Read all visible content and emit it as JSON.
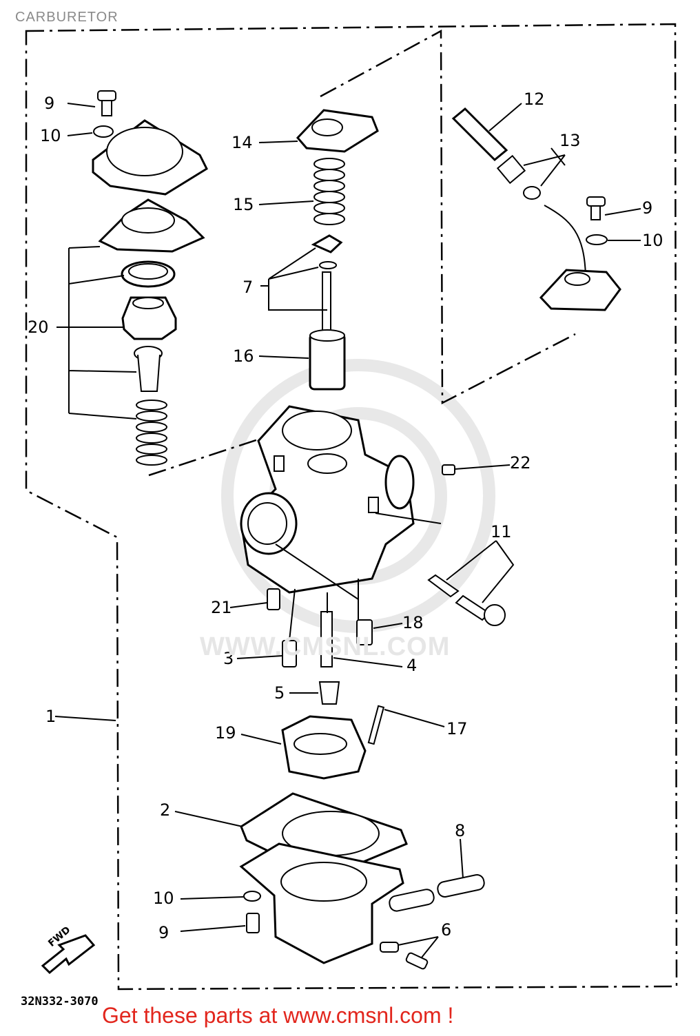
{
  "header": {
    "title": "CARBURETOR"
  },
  "watermark": {
    "text": "WWW.CMSNL.COM"
  },
  "footer": {
    "code": "32N332-3070",
    "promo": "Get these parts at www.cmsnl.com !"
  },
  "arrow_label": "FWD",
  "callouts": [
    {
      "id": "9",
      "text": "9"
    },
    {
      "id": "10",
      "text": "10"
    },
    {
      "id": "14",
      "text": "14"
    },
    {
      "id": "12",
      "text": "12"
    },
    {
      "id": "13",
      "text": "13"
    },
    {
      "id": "15",
      "text": "15"
    },
    {
      "id": "9b",
      "text": "9"
    },
    {
      "id": "10b",
      "text": "10"
    },
    {
      "id": "7",
      "text": "7"
    },
    {
      "id": "20",
      "text": "20"
    },
    {
      "id": "16",
      "text": "16"
    },
    {
      "id": "22",
      "text": "22"
    },
    {
      "id": "11",
      "text": "11"
    },
    {
      "id": "21",
      "text": "21"
    },
    {
      "id": "18",
      "text": "18"
    },
    {
      "id": "3",
      "text": "3"
    },
    {
      "id": "4",
      "text": "4"
    },
    {
      "id": "5",
      "text": "5"
    },
    {
      "id": "1",
      "text": "1"
    },
    {
      "id": "17",
      "text": "17"
    },
    {
      "id": "19",
      "text": "19"
    },
    {
      "id": "2",
      "text": "2"
    },
    {
      "id": "8",
      "text": "8"
    },
    {
      "id": "10c",
      "text": "10"
    },
    {
      "id": "9c",
      "text": "9"
    },
    {
      "id": "6",
      "text": "6"
    }
  ]
}
